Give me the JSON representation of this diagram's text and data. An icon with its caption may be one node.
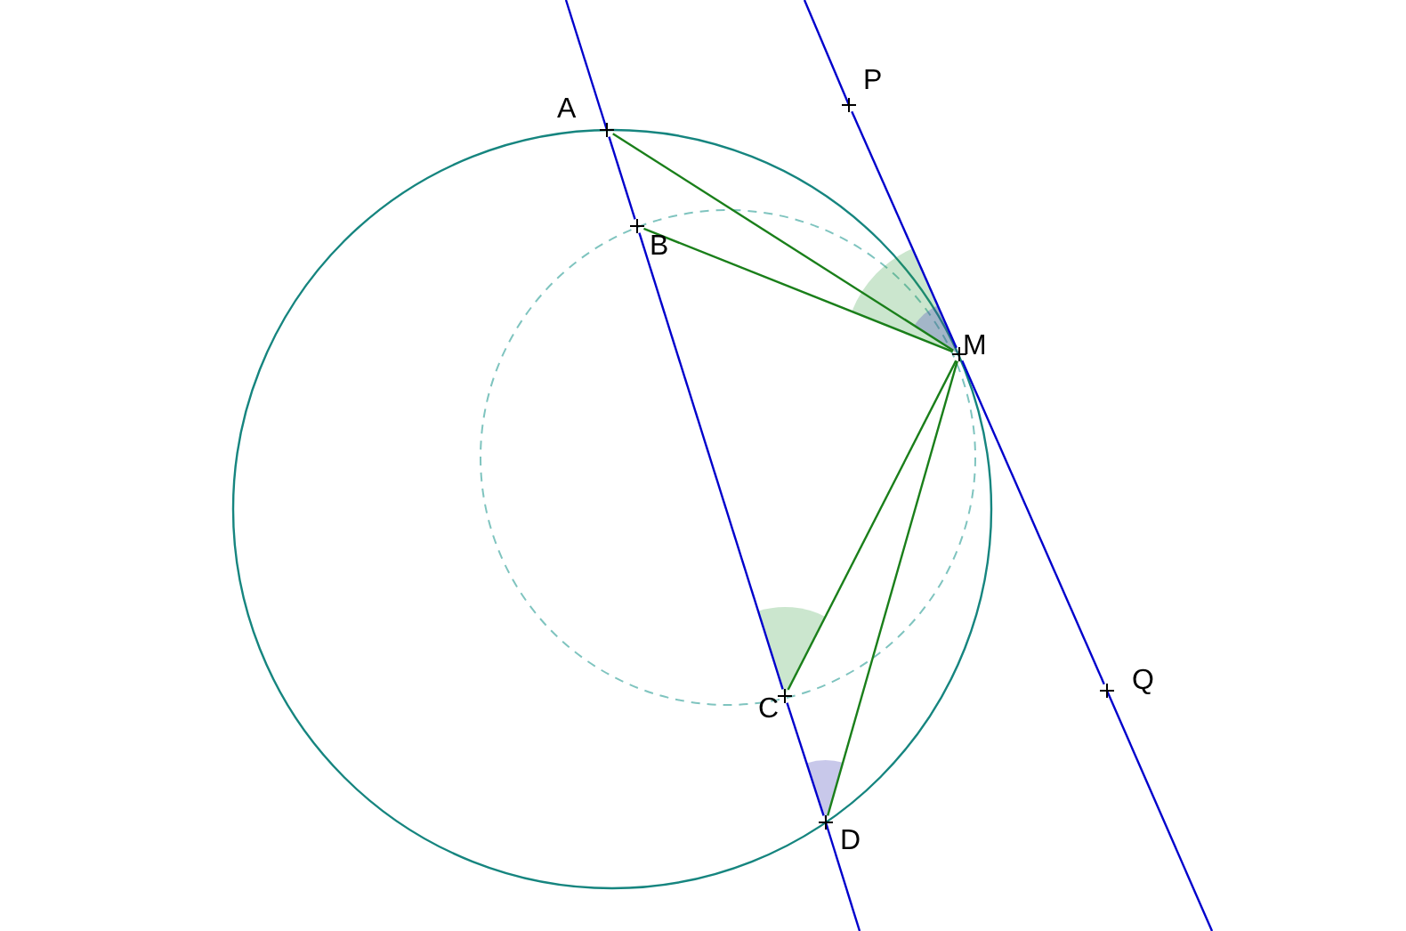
{
  "diagram": {
    "nodes": [
      {
        "text": [],
        "shape": "point",
        "beside": [
          "A"
        ]
      },
      {
        "text": [],
        "shape": "point",
        "beside": [
          "B"
        ]
      },
      {
        "text": [],
        "shape": "point",
        "beside": [
          "C"
        ]
      },
      {
        "text": [],
        "shape": "point",
        "beside": [
          "D"
        ]
      },
      {
        "text": [],
        "shape": "point",
        "beside": [
          "M"
        ]
      },
      {
        "text": [],
        "shape": "point",
        "beside": [
          "P"
        ]
      },
      {
        "text": [],
        "shape": "point",
        "beside": [
          "Q"
        ]
      }
    ],
    "edges": [
      {
        "from": 0,
        "to": 4,
        "arrow": "none",
        "color": "#1a7f1a"
      },
      {
        "from": 1,
        "to": 4,
        "arrow": "none",
        "color": "#1a7f1a"
      },
      {
        "from": 2,
        "to": 4,
        "arrow": "none",
        "color": "#1a7f1a"
      },
      {
        "from": 3,
        "to": 4,
        "arrow": "none",
        "color": "#1a7f1a"
      },
      {
        "from": 0,
        "to": 1,
        "arrow": "none"
      },
      {
        "from": 1,
        "to": 2,
        "arrow": "none"
      },
      {
        "from": 2,
        "to": 3,
        "arrow": "none"
      },
      {
        "from": 5,
        "to": 4,
        "arrow": "none"
      },
      {
        "from": 4,
        "to": 6,
        "arrow": "none"
      }
    ]
  }
}
